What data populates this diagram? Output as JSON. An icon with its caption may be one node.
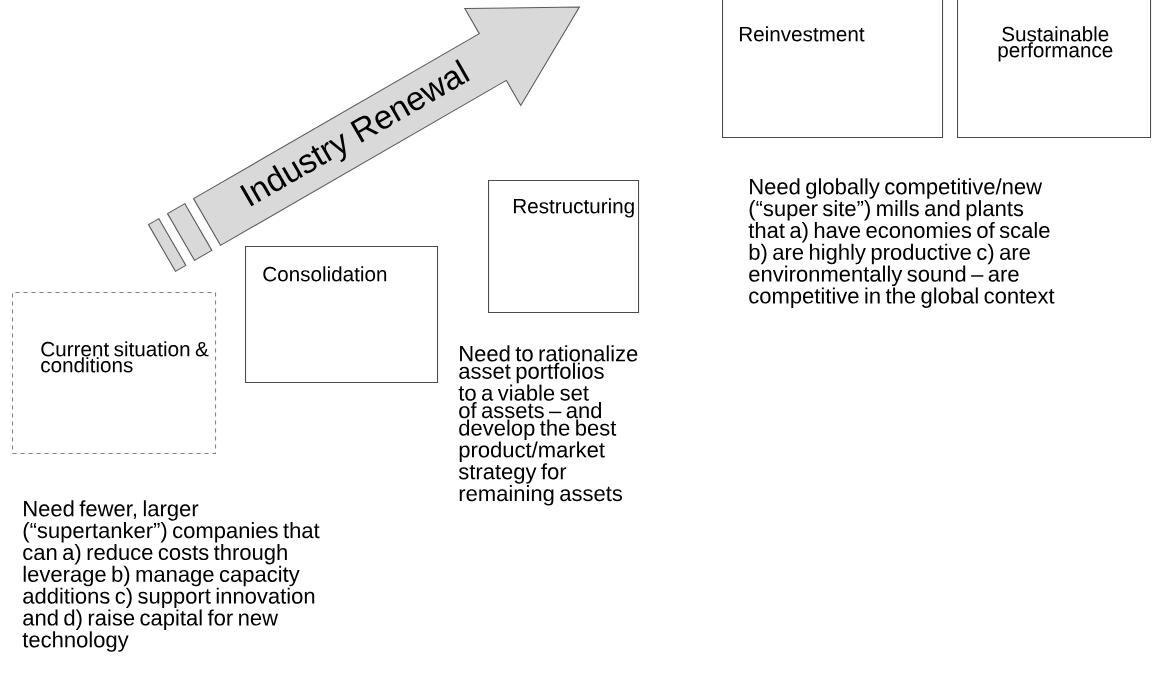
{
  "diagram": {
    "nodes": [
      {
        "text": [
          "Current situation & conditions"
        ]
      },
      {
        "text": [
          "Consolidation"
        ]
      },
      {
        "text": [
          "Restructuring"
        ]
      },
      {
        "text": [
          "Reinvestment"
        ]
      },
      {
        "text": [
          "Sustainable performance"
        ]
      },
      {
        "text": [
          "Industry Renewal"
        ]
      }
    ],
    "labels": [
      "Need fewer, larger (“supertanker”) companies that can a) reduce costs through leverage b) manage capacity additions c) support innovation and d) raise capital for new technology",
      "Need to rationalize asset portfolios to a viable set of assets – and develop the best product/market strategy for remaining assets",
      "Need globally competitive/new (“super site”) mills and plants that a) have economies of scale b) are highly productive c) are environmentally sound – are competitive in the global context"
    ]
  }
}
